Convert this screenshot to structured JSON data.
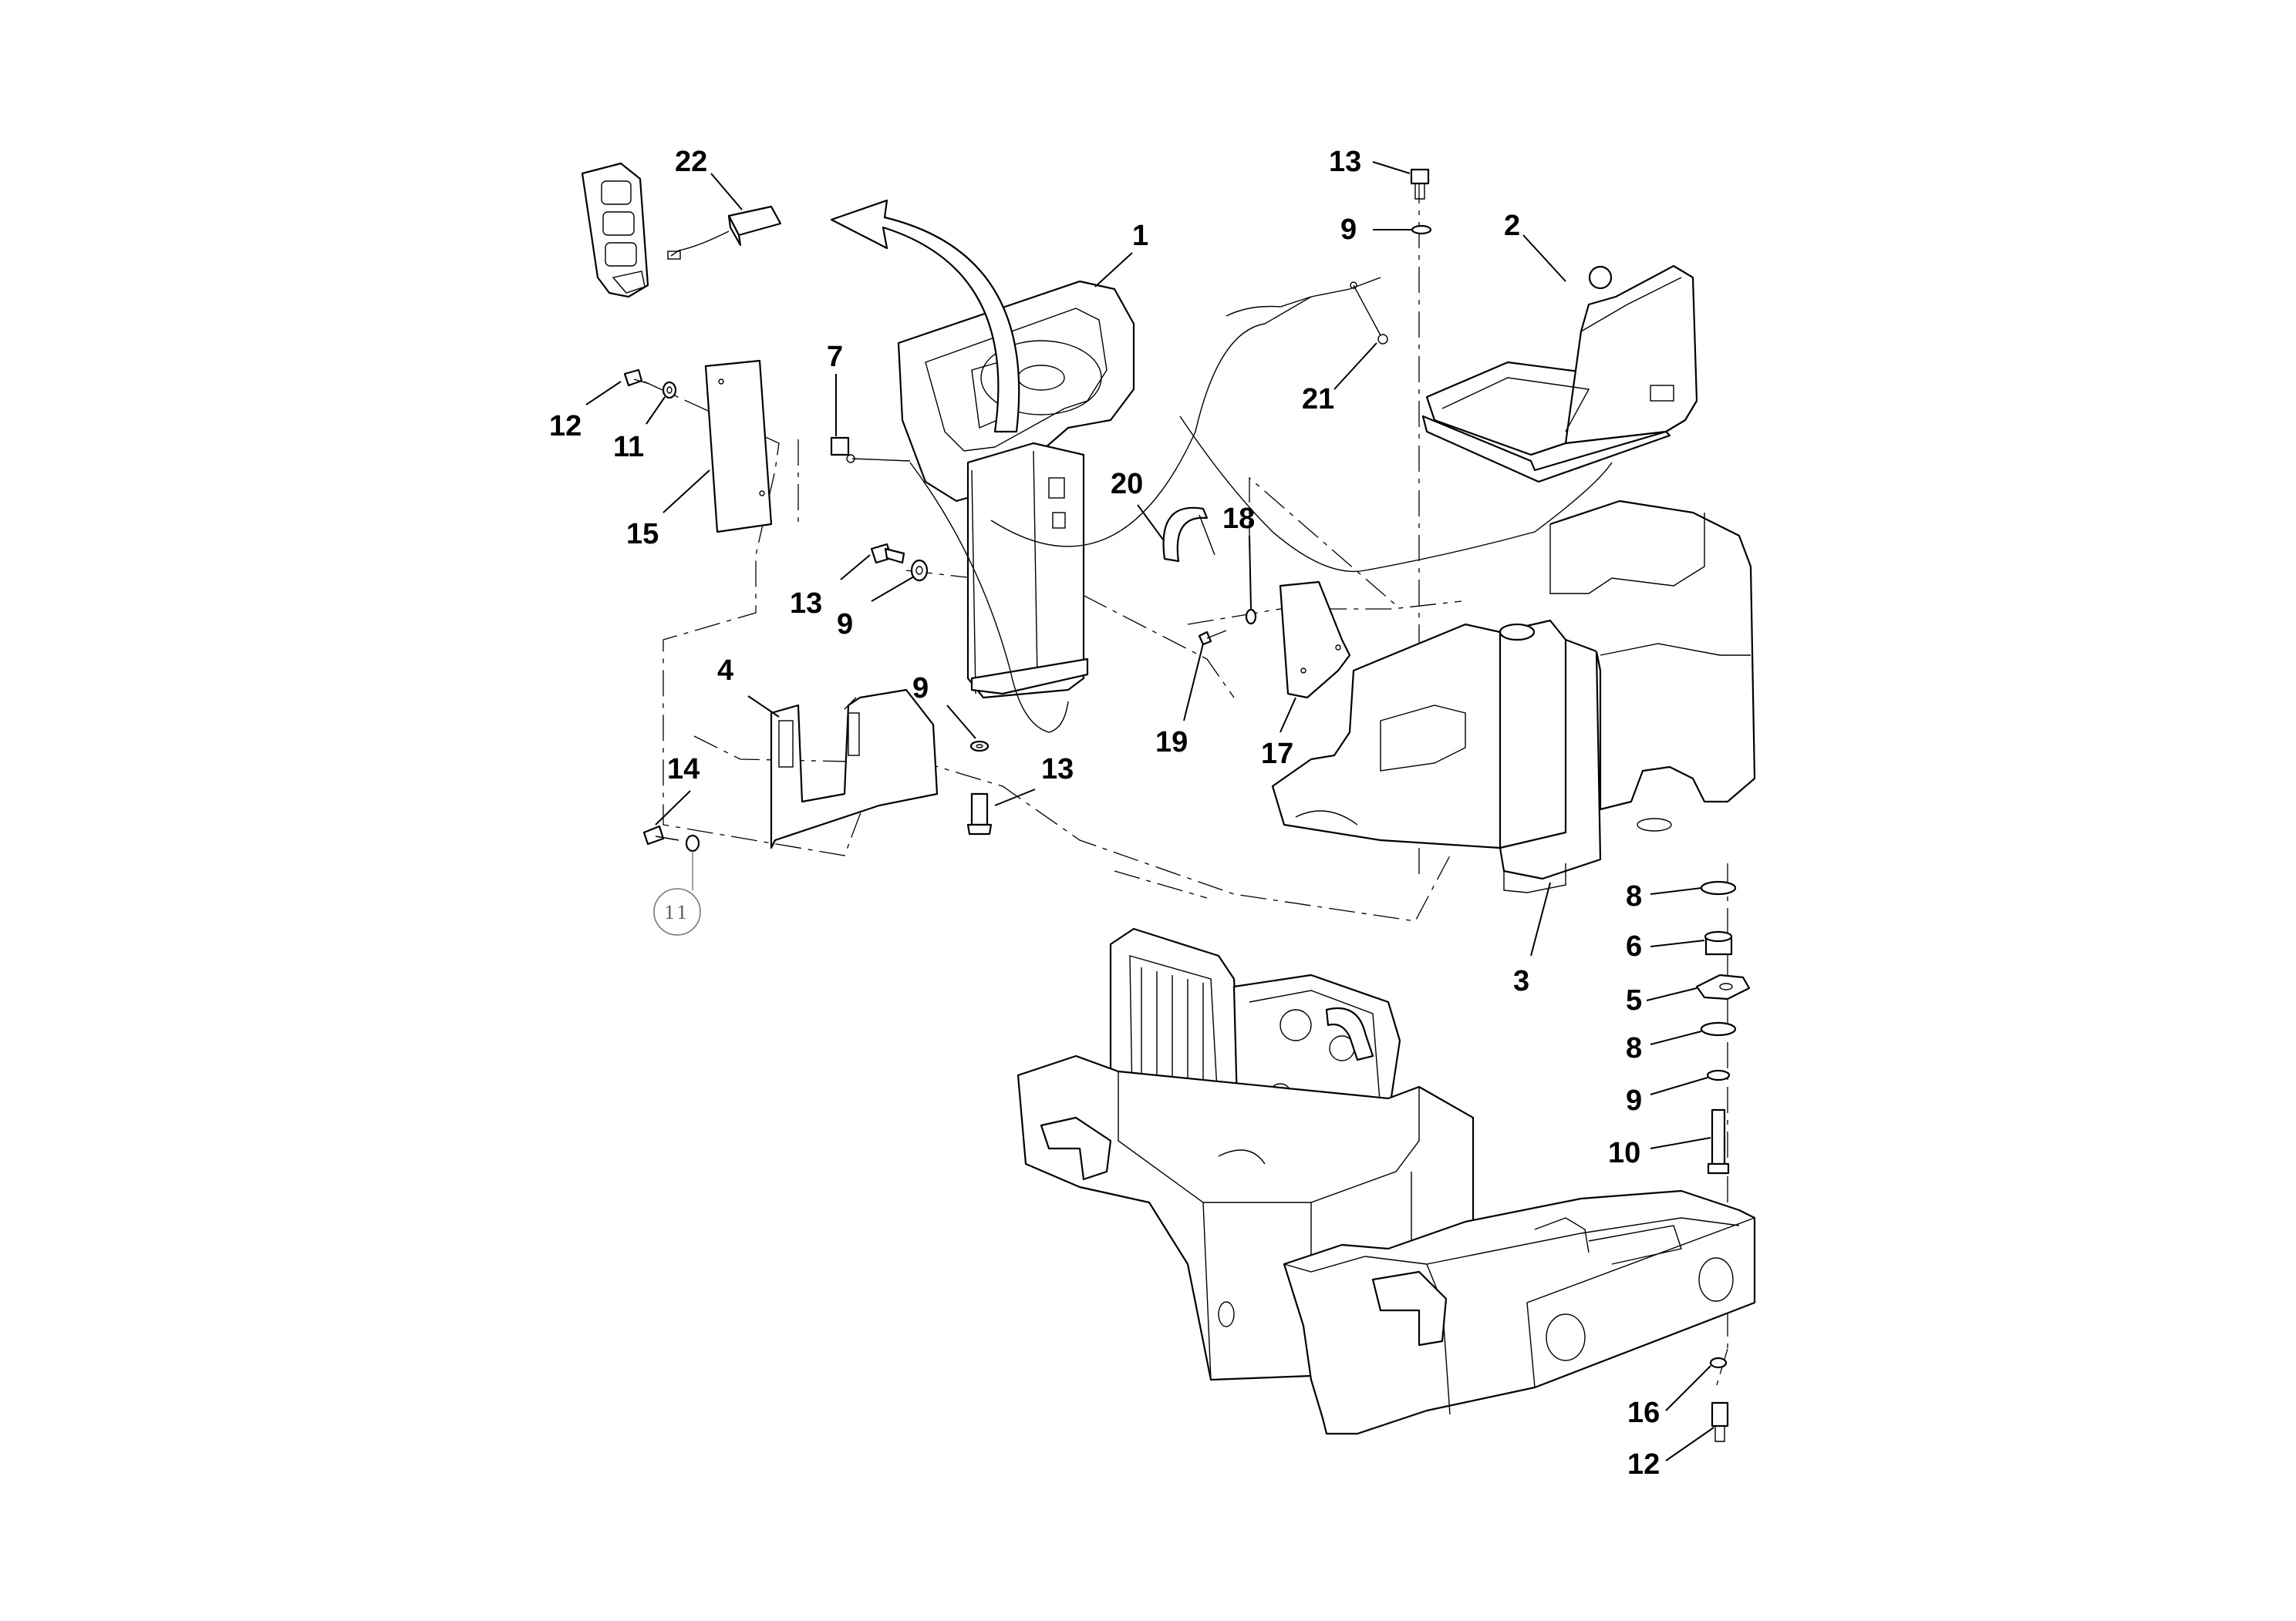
{
  "callouts": [
    {
      "label": "22"
    },
    {
      "label": "1"
    },
    {
      "label": "7"
    },
    {
      "label": "12"
    },
    {
      "label": "11"
    },
    {
      "label": "15"
    },
    {
      "label": "13"
    },
    {
      "label": "9"
    },
    {
      "label": "4"
    },
    {
      "label": "9"
    },
    {
      "label": "13"
    },
    {
      "label": "14"
    },
    {
      "label": "20"
    },
    {
      "label": "18"
    },
    {
      "label": "19"
    },
    {
      "label": "17"
    },
    {
      "label": "13"
    },
    {
      "label": "9"
    },
    {
      "label": "2"
    },
    {
      "label": "21"
    },
    {
      "label": "3"
    },
    {
      "label": "8"
    },
    {
      "label": "6"
    },
    {
      "label": "5"
    },
    {
      "label": "8"
    },
    {
      "label": "9"
    },
    {
      "label": "10"
    },
    {
      "label": "16"
    },
    {
      "label": "12"
    }
  ],
  "reference": {
    "label": "11"
  },
  "parts": [
    {
      "name": "switch-panel"
    },
    {
      "name": "switch-module"
    },
    {
      "name": "steering-console"
    },
    {
      "name": "cover-plate"
    },
    {
      "name": "side-bracket"
    },
    {
      "name": "seat"
    },
    {
      "name": "operator-platform-tank"
    },
    {
      "name": "access-cover"
    },
    {
      "name": "hose-clamp"
    },
    {
      "name": "throttle-cable"
    },
    {
      "name": "engine"
    },
    {
      "name": "rear-frame"
    },
    {
      "name": "front-frame"
    }
  ]
}
